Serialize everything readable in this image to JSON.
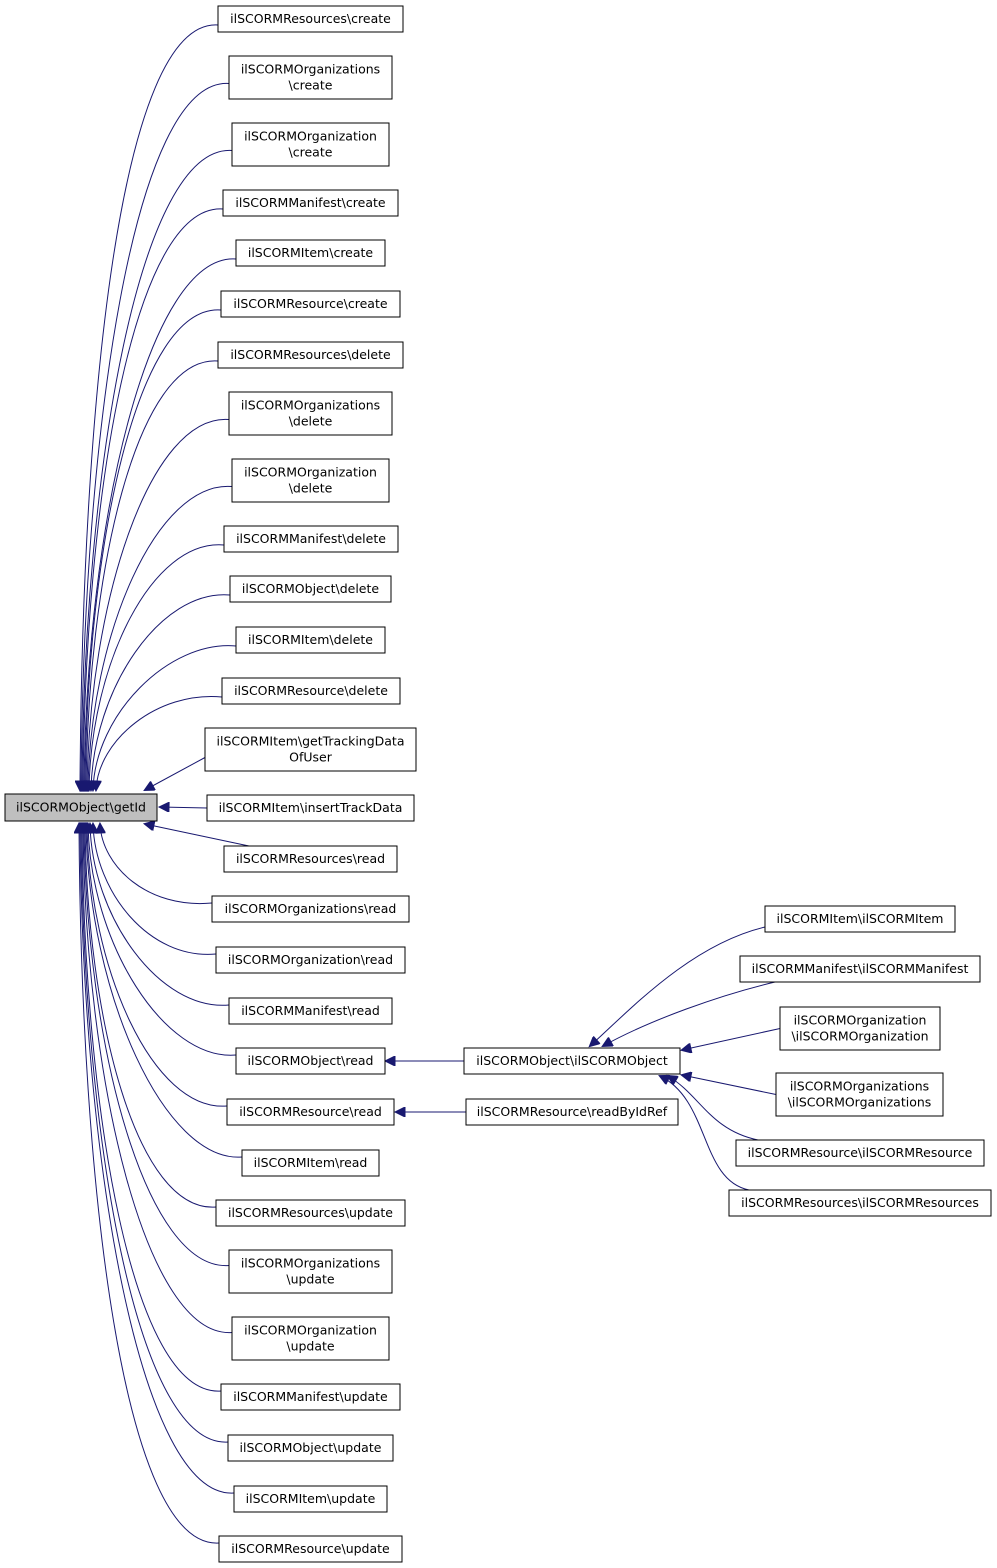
{
  "diagram": {
    "root": {
      "id": "root",
      "label": [
        "ilSCORMObject\\getId"
      ]
    },
    "callers": [
      {
        "id": "c0",
        "label": [
          "ilSCORMResources\\create"
        ]
      },
      {
        "id": "c1",
        "label": [
          "ilSCORMOrganizations",
          "\\create"
        ]
      },
      {
        "id": "c2",
        "label": [
          "ilSCORMOrganization",
          "\\create"
        ]
      },
      {
        "id": "c3",
        "label": [
          "ilSCORMManifest\\create"
        ]
      },
      {
        "id": "c4",
        "label": [
          "ilSCORMItem\\create"
        ]
      },
      {
        "id": "c5",
        "label": [
          "ilSCORMResource\\create"
        ]
      },
      {
        "id": "c6",
        "label": [
          "ilSCORMResources\\delete"
        ]
      },
      {
        "id": "c7",
        "label": [
          "ilSCORMOrganizations",
          "\\delete"
        ]
      },
      {
        "id": "c8",
        "label": [
          "ilSCORMOrganization",
          "\\delete"
        ]
      },
      {
        "id": "c9",
        "label": [
          "ilSCORMManifest\\delete"
        ]
      },
      {
        "id": "c10",
        "label": [
          "ilSCORMObject\\delete"
        ]
      },
      {
        "id": "c11",
        "label": [
          "ilSCORMItem\\delete"
        ]
      },
      {
        "id": "c12",
        "label": [
          "ilSCORMResource\\delete"
        ]
      },
      {
        "id": "c13",
        "label": [
          "ilSCORMItem\\getTrackingData",
          "OfUser"
        ]
      },
      {
        "id": "c14",
        "label": [
          "ilSCORMItem\\insertTrackData"
        ]
      },
      {
        "id": "c15",
        "label": [
          "ilSCORMResources\\read"
        ]
      },
      {
        "id": "c16",
        "label": [
          "ilSCORMOrganizations\\read"
        ]
      },
      {
        "id": "c17",
        "label": [
          "ilSCORMOrganization\\read"
        ]
      },
      {
        "id": "c18",
        "label": [
          "ilSCORMManifest\\read"
        ]
      },
      {
        "id": "c19",
        "label": [
          "ilSCORMObject\\read"
        ]
      },
      {
        "id": "c20",
        "label": [
          "ilSCORMResource\\read"
        ]
      },
      {
        "id": "c21",
        "label": [
          "ilSCORMItem\\read"
        ]
      },
      {
        "id": "c22",
        "label": [
          "ilSCORMResources\\update"
        ]
      },
      {
        "id": "c23",
        "label": [
          "ilSCORMOrganizations",
          "\\update"
        ]
      },
      {
        "id": "c24",
        "label": [
          "ilSCORMOrganization",
          "\\update"
        ]
      },
      {
        "id": "c25",
        "label": [
          "ilSCORMManifest\\update"
        ]
      },
      {
        "id": "c26",
        "label": [
          "ilSCORMObject\\update"
        ]
      },
      {
        "id": "c27",
        "label": [
          "ilSCORMItem\\update"
        ]
      },
      {
        "id": "c28",
        "label": [
          "ilSCORMResource\\update"
        ]
      }
    ],
    "middle": [
      {
        "id": "m0",
        "label": [
          "ilSCORMObject\\ilSCORMObject"
        ]
      },
      {
        "id": "m1",
        "label": [
          "ilSCORMResource\\readByIdRef"
        ]
      }
    ],
    "right": [
      {
        "id": "r0",
        "label": [
          "ilSCORMItem\\ilSCORMItem"
        ]
      },
      {
        "id": "r1",
        "label": [
          "ilSCORMManifest\\ilSCORMManifest"
        ]
      },
      {
        "id": "r2",
        "label": [
          "ilSCORMOrganization",
          "\\ilSCORMOrganization"
        ]
      },
      {
        "id": "r3",
        "label": [
          "ilSCORMOrganizations",
          "\\ilSCORMOrganizations"
        ]
      },
      {
        "id": "r4",
        "label": [
          "ilSCORMResource\\ilSCORMResource"
        ]
      },
      {
        "id": "r5",
        "label": [
          "ilSCORMResources\\ilSCORMResources"
        ]
      }
    ],
    "edges": [
      {
        "from": "c0",
        "to": "root"
      },
      {
        "from": "c1",
        "to": "root"
      },
      {
        "from": "c2",
        "to": "root"
      },
      {
        "from": "c3",
        "to": "root"
      },
      {
        "from": "c4",
        "to": "root"
      },
      {
        "from": "c5",
        "to": "root"
      },
      {
        "from": "c6",
        "to": "root"
      },
      {
        "from": "c7",
        "to": "root"
      },
      {
        "from": "c8",
        "to": "root"
      },
      {
        "from": "c9",
        "to": "root"
      },
      {
        "from": "c10",
        "to": "root"
      },
      {
        "from": "c11",
        "to": "root"
      },
      {
        "from": "c12",
        "to": "root"
      },
      {
        "from": "c13",
        "to": "root"
      },
      {
        "from": "c14",
        "to": "root"
      },
      {
        "from": "c15",
        "to": "root"
      },
      {
        "from": "c16",
        "to": "root"
      },
      {
        "from": "c17",
        "to": "root"
      },
      {
        "from": "c18",
        "to": "root"
      },
      {
        "from": "c19",
        "to": "root"
      },
      {
        "from": "c20",
        "to": "root"
      },
      {
        "from": "c21",
        "to": "root"
      },
      {
        "from": "c22",
        "to": "root"
      },
      {
        "from": "c23",
        "to": "root"
      },
      {
        "from": "c24",
        "to": "root"
      },
      {
        "from": "c25",
        "to": "root"
      },
      {
        "from": "c26",
        "to": "root"
      },
      {
        "from": "c27",
        "to": "root"
      },
      {
        "from": "c28",
        "to": "root"
      },
      {
        "from": "m0",
        "to": "c19"
      },
      {
        "from": "m1",
        "to": "c20"
      },
      {
        "from": "r0",
        "to": "m0"
      },
      {
        "from": "r1",
        "to": "m0"
      },
      {
        "from": "r2",
        "to": "m0"
      },
      {
        "from": "r3",
        "to": "m0"
      },
      {
        "from": "r4",
        "to": "m0"
      },
      {
        "from": "r5",
        "to": "m0"
      }
    ],
    "colors": {
      "edge": "#191970",
      "node_border": "#000000",
      "root_fill": "#bfbfbf",
      "node_fill": "#ffffff"
    }
  }
}
